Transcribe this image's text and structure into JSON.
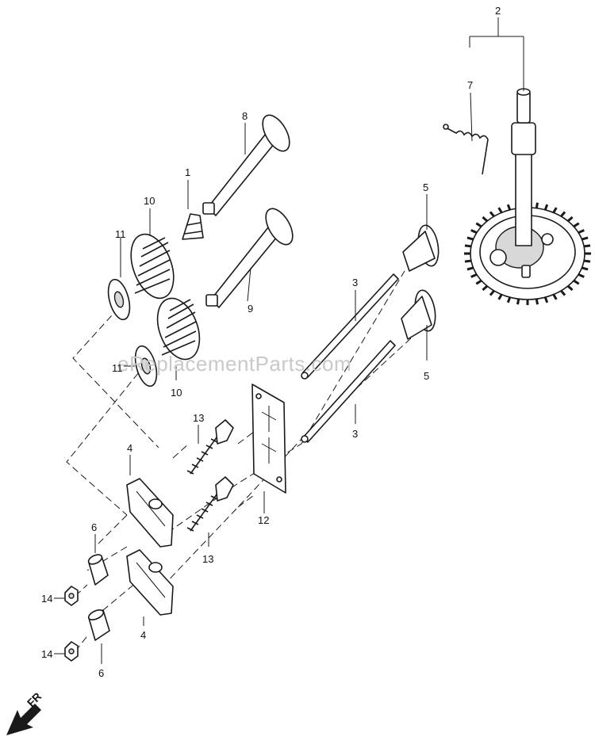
{
  "watermark": "eReplacementParts.com",
  "direction_label": "FR",
  "callouts": {
    "c1": "1",
    "c2": "2",
    "c3a": "3",
    "c3b": "3",
    "c4a": "4",
    "c4b": "4",
    "c5a": "5",
    "c5b": "5",
    "c6a": "6",
    "c6b": "6",
    "c7": "7",
    "c8": "8",
    "c9": "9",
    "c10a": "10",
    "c10b": "10",
    "c11a": "11",
    "c11b": "11",
    "c12": "12",
    "c13a": "13",
    "c13b": "13",
    "c14a": "14",
    "c14b": "14"
  },
  "colors": {
    "ink": "#1a1a1a",
    "watermark": "#c9c9c9",
    "background": "#ffffff"
  }
}
